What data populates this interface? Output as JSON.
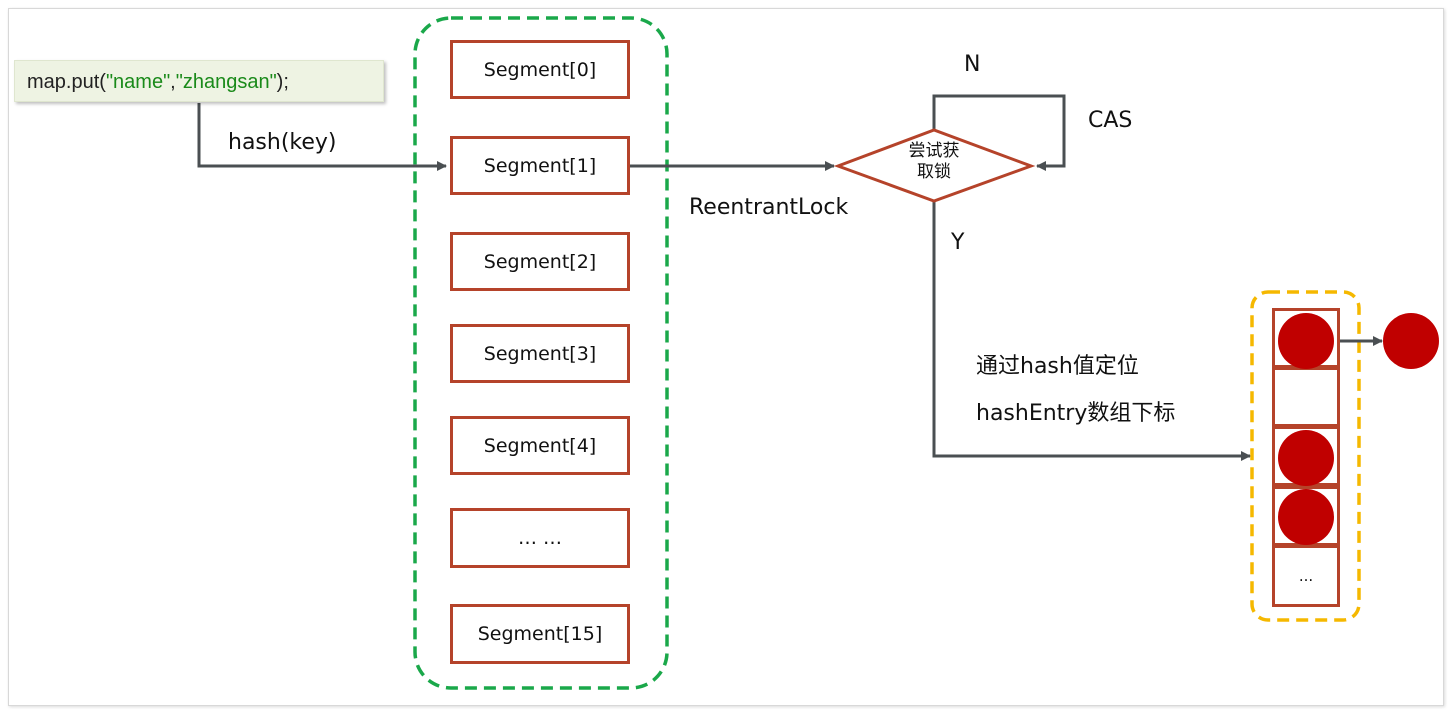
{
  "code": {
    "prefix": "map.put(",
    "arg1": "\"name\"",
    "comma": ",",
    "arg2": "\"zhangsan\"",
    "suffix": ");"
  },
  "labels": {
    "hash_key": "hash(key)",
    "reentrant_lock": "ReentrantLock",
    "n": "N",
    "cas": "CAS",
    "y": "Y",
    "decision_line1": "尝试获",
    "decision_line2": "取锁",
    "locate_line1": "通过hash值定位",
    "locate_line2": "hashEntry数组下标"
  },
  "segments": [
    "Segment[0]",
    "Segment[1]",
    "Segment[2]",
    "Segment[3]",
    "Segment[4]",
    "… …",
    "Segment[15]"
  ],
  "hash_entries": {
    "last_label": "..."
  },
  "colors": {
    "segment_border": "#b5432a",
    "segment_group_border": "#1aa84a",
    "entry_group_border": "#f5b800",
    "node_fill": "#c00000",
    "arrow": "#4a4f52"
  }
}
